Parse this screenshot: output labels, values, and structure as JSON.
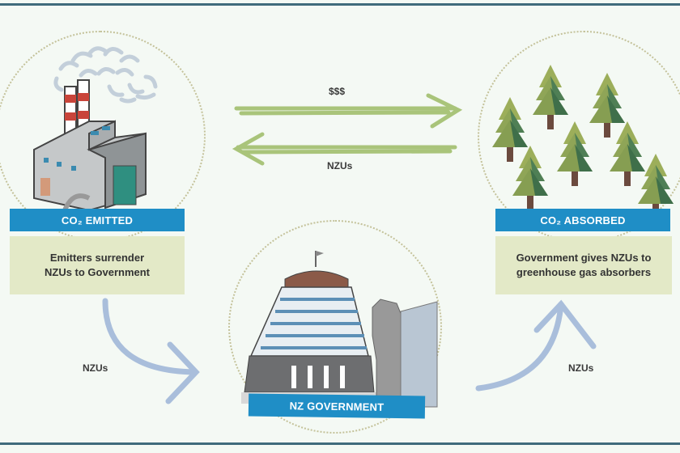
{
  "diagram": {
    "title": "NZ Emissions Trading Scheme flow",
    "nodes": {
      "emitter": {
        "banner": "CO₂ EMITTED",
        "description_line1": "Emitters surrender",
        "description_line2": "NZUs to Government",
        "icon": "factory-icon"
      },
      "absorber": {
        "banner": "CO₂ ABSORBED",
        "description_line1": "Government gives NZUs to",
        "description_line2": "greenhouse gas absorbers",
        "icon": "forest-icon"
      },
      "government": {
        "banner": "NZ GOVERNMENT",
        "icon": "beehive-parliament-icon"
      }
    },
    "flows": {
      "money_right": "$$$",
      "nzus_left": "NZUs",
      "nzus_to_government": "NZUs",
      "nzus_to_absorbers": "NZUs"
    },
    "colors": {
      "banner_blue": "#1f8ec6",
      "description_bg": "#e3e9c7",
      "green_arrow": "#a9c47a",
      "blue_arrow": "#a9bedb",
      "rule": "#3f6b7c",
      "background": "#f4f9f4"
    }
  }
}
